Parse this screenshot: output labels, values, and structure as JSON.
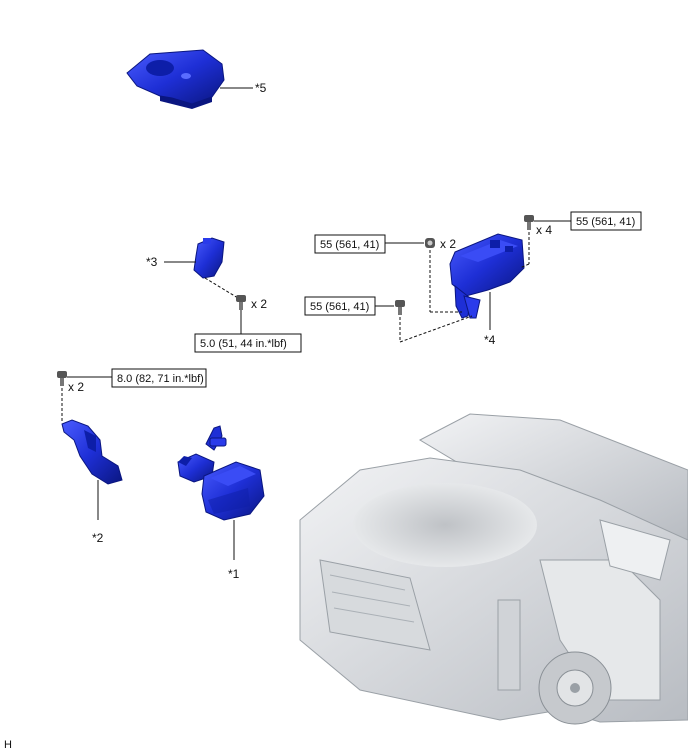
{
  "callouts": {
    "part5": "*5",
    "part3": "*3",
    "part4": "*4",
    "part2": "*2",
    "part1": "*1"
  },
  "torques": {
    "part3_bolt": "5.0 (51, 44 in.*lbf)",
    "part4_top_left": "55 (561, 41)",
    "part4_top_right": "55 (561, 41)",
    "part4_lower": "55 (561, 41)",
    "part2_bolt": "8.0 (82, 71 in.*lbf)"
  },
  "quantities": {
    "part3_bolt": "x 2",
    "part4_nut": "x 2",
    "part4_bolt": "x 4",
    "part2_bolt": "x 2"
  },
  "corner_code": "H",
  "colors": {
    "part_blue": "#1e2fd6",
    "part_dark": "#0a1680",
    "vehicle_gray": "#cfd2d6"
  }
}
